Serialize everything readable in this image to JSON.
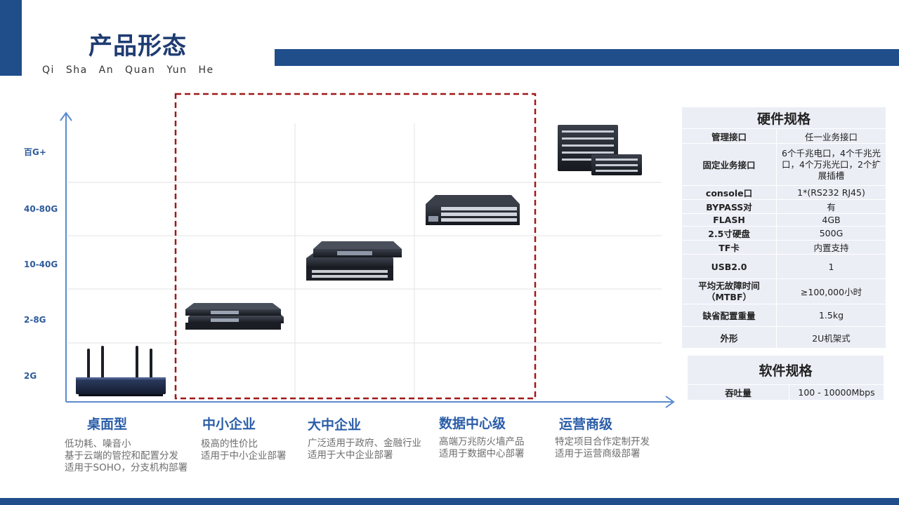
{
  "header": {
    "title": "产品形态",
    "subtitle": "Qi Sha An Quan Yun He"
  },
  "chart_data": {
    "type": "scatter",
    "title": "",
    "xlabel": "",
    "ylabel": "",
    "categories": [
      "桌面型",
      "中小企业",
      "大中企业",
      "数据中心级",
      "运营商级"
    ],
    "y_tick_labels": [
      "2G",
      "2-8G",
      "10-40G",
      "40-80G",
      "百G+"
    ],
    "points": [
      {
        "category": "桌面型",
        "level": "2G"
      },
      {
        "category": "中小企业",
        "level": "2-8G"
      },
      {
        "category": "大中企业",
        "level": "10-40G"
      },
      {
        "category": "数据中心级",
        "level": "40-80G"
      },
      {
        "category": "运营商级",
        "level": "百G+"
      }
    ],
    "grid": true,
    "legend": "none",
    "highlight": "中小企业 - 数据中心级 (dashed box)"
  },
  "categories": [
    {
      "name": "桌面型",
      "desc": [
        "低功耗、噪音小",
        "基于云端的管控和配置分发",
        "适用于SOHO，分支机构部署"
      ]
    },
    {
      "name": "中小企业",
      "desc": [
        "极高的性价比",
        "适用于中小企业部署"
      ]
    },
    {
      "name": "大中企业",
      "desc": [
        "广泛适用于政府、金融行业",
        "适用于大中企业部署"
      ]
    },
    {
      "name": "数据中心级",
      "desc": [
        "高端万兆防火墙产品",
        "适用于数据中心部署"
      ]
    },
    {
      "name": "运营商级",
      "desc": [
        "特定项目合作定制开发",
        "适用于运营商级部署"
      ]
    }
  ],
  "hardware": {
    "title": "硬件规格",
    "rows": [
      {
        "k": "管理接口",
        "v": "任一业务接口"
      },
      {
        "k": "固定业务接口",
        "v": "6个千兆电口，4个千兆光口，4个万兆光口，2个扩展插槽"
      },
      {
        "k": "console口",
        "v": "1*(RS232 RJ45)"
      },
      {
        "k": "BYPASS对",
        "v": "有"
      },
      {
        "k": "FLASH",
        "v": "4GB"
      },
      {
        "k": "2.5寸硬盘",
        "v": "500G"
      },
      {
        "k": "TF卡",
        "v": "内置支持"
      },
      {
        "k": "USB2.0",
        "v": "1"
      },
      {
        "k": "平均无故障时间（MTBF）",
        "v": "≥100,000小时"
      },
      {
        "k": "缺省配置重量",
        "v": "1.5kg"
      },
      {
        "k": "外形",
        "v": "2U机架式"
      }
    ]
  },
  "software": {
    "title": "软件规格",
    "rows": [
      {
        "k": "吞吐量",
        "v": "100 - 10000Mbps"
      }
    ]
  },
  "colors": {
    "brand": "#1f4e8a",
    "title": "#1f3c72",
    "category": "#2a5da8",
    "axis": "#5b8bd0",
    "highlight": "#a01818",
    "table_bg": "#eceef6"
  }
}
